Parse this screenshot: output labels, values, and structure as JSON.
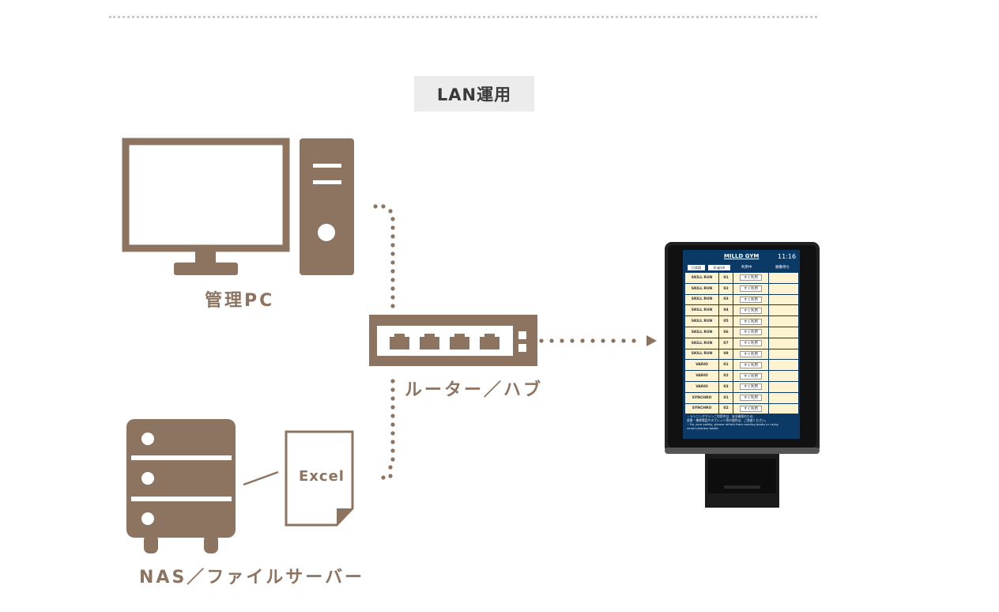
{
  "badge": "LAN運用",
  "labels": {
    "pc": "管理PC",
    "router": "ルーター／ハブ",
    "nas": "NAS／ファイルサーバー",
    "excel": "Excel"
  },
  "colors": {
    "brown": "#8c7460",
    "badge_bg": "#ececec",
    "screen_bg": "#0c3a66",
    "row_bg": "#fdf3d0"
  },
  "kiosk": {
    "title": "MILLD GYM",
    "time": "11:16",
    "lang_ja": "日本語",
    "lang_en": "English",
    "col_in_use": "利用中",
    "col_wait": "順番待ち",
    "rows": [
      {
        "name": "SKILL RUN",
        "num": "01",
        "status": "すぐ利用"
      },
      {
        "name": "SKILL RUN",
        "num": "02",
        "status": "すぐ利用"
      },
      {
        "name": "SKILL RUN",
        "num": "03",
        "status": "すぐ利用"
      },
      {
        "name": "SKILL RUN",
        "num": "04",
        "status": "すぐ利用"
      },
      {
        "name": "SKILL RUN",
        "num": "05",
        "status": "すぐ利用"
      },
      {
        "name": "SKILL RUN",
        "num": "06",
        "status": "すぐ利用"
      },
      {
        "name": "SKILL RUN",
        "num": "07",
        "status": "すぐ利用"
      },
      {
        "name": "SKILL RUN",
        "num": "08",
        "status": "すぐ利用"
      },
      {
        "name": "VARIO",
        "num": "01",
        "status": "すぐ利用"
      },
      {
        "name": "VARIO",
        "num": "02",
        "status": "すぐ利用"
      },
      {
        "name": "VARIO",
        "num": "03",
        "status": "すぐ利用"
      },
      {
        "name": "SYNCHRO",
        "num": "01",
        "status": "すぐ利用"
      },
      {
        "name": "SYNCHRO",
        "num": "02",
        "status": "すぐ利用"
      }
    ],
    "notes": [
      "・ランニングマシンご利用中は、安全確保のため、",
      "読書・携帯電話やタブレット等の操作は、ご遠慮ください。",
      "・For your safety, please refrain from reading books or using",
      "smart phones/ tablet."
    ]
  }
}
